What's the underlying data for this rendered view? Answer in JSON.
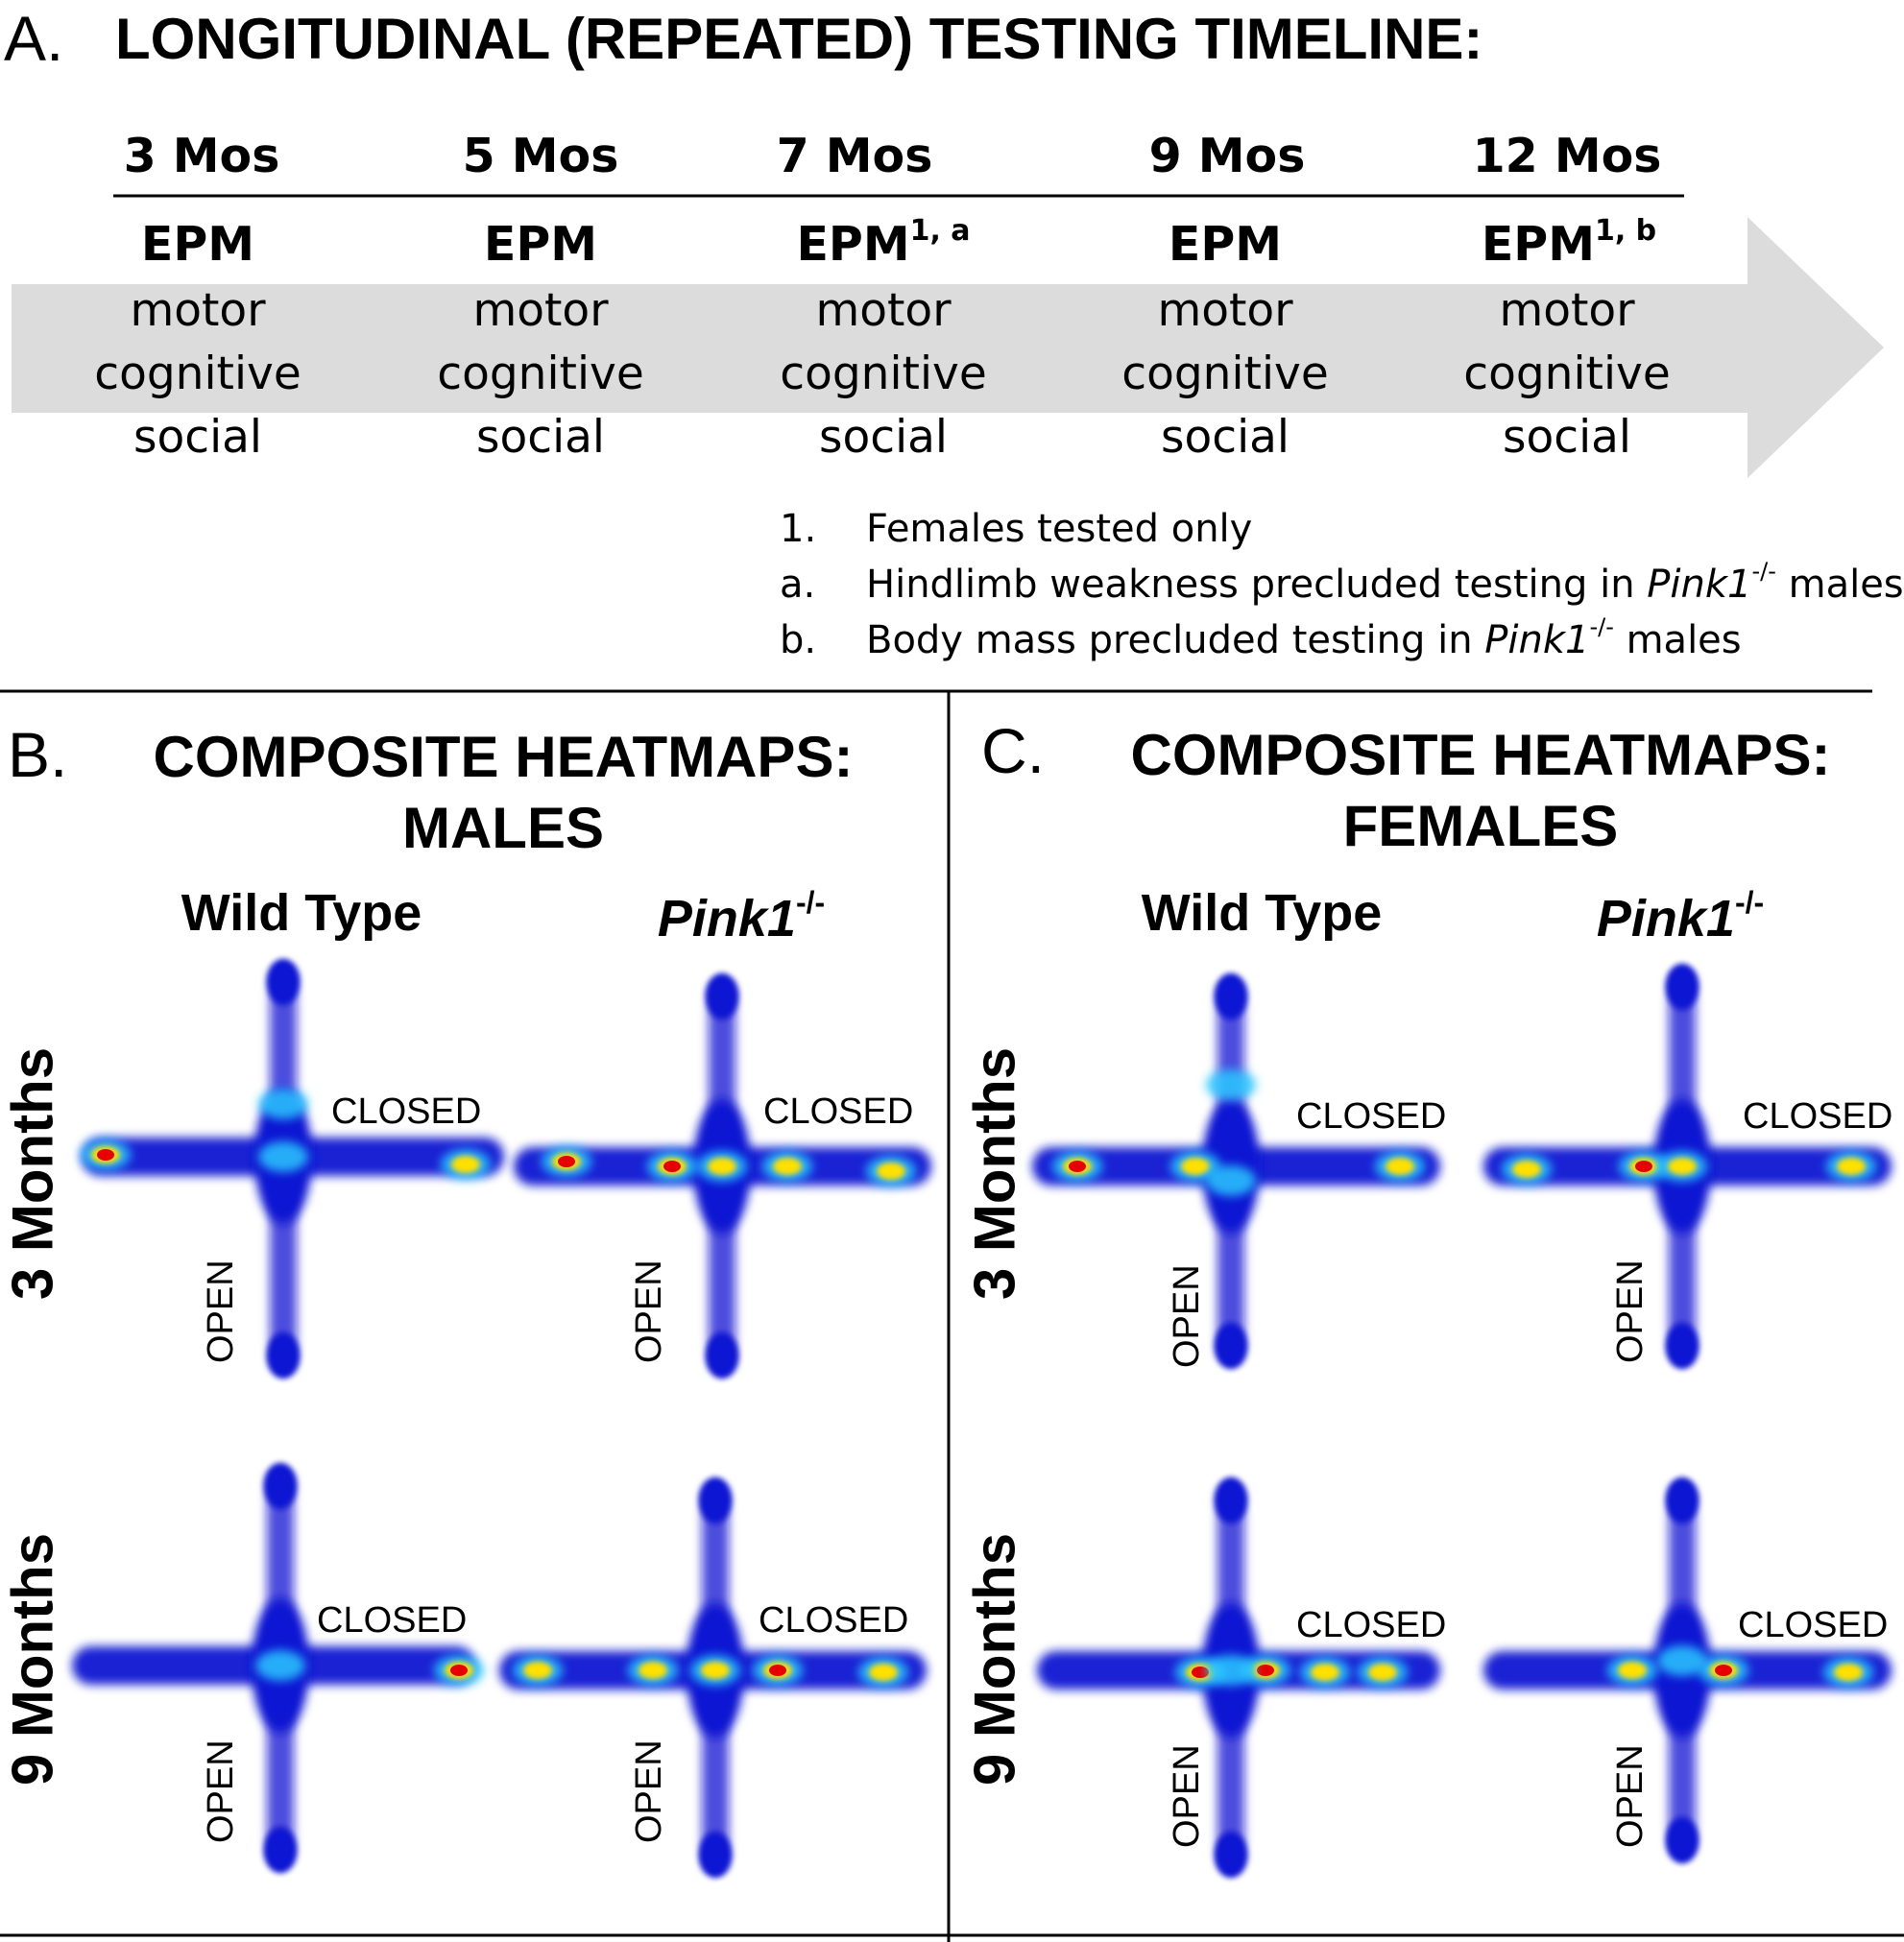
{
  "panel_a": {
    "letter": "A.",
    "title": "LONGITUDINAL (REPEATED) TESTING TIMELINE:",
    "timepoints": [
      {
        "label": "3 Mos",
        "epm": "EPM",
        "sup": ""
      },
      {
        "label": "5 Mos",
        "epm": "EPM",
        "sup": ""
      },
      {
        "label": "7 Mos",
        "epm": "EPM",
        "sup": "1, a"
      },
      {
        "label": "9 Mos",
        "epm": "EPM",
        "sup": ""
      },
      {
        "label": "12 Mos",
        "epm": "EPM",
        "sup": "1, b"
      }
    ],
    "tests": [
      "motor",
      "cognitive",
      "social"
    ],
    "arrow_color": "#dcdcdc",
    "notes": [
      {
        "marker": "1.",
        "text": "Females tested only"
      },
      {
        "marker": "a.",
        "pre": "Hindlimb weakness precluded testing in ",
        "gene": "Pink1",
        "sup": "-/-",
        "post": " males"
      },
      {
        "marker": "b.",
        "pre": "Body mass precluded testing in ",
        "gene": "Pink1",
        "sup": "-/-",
        "post": " males"
      }
    ]
  },
  "panel_b": {
    "letter": "B.",
    "title_line1": "COMPOSITE HEATMAPS:",
    "title_line2": "MALES"
  },
  "panel_c": {
    "letter": "C.",
    "title_line1": "COMPOSITE HEATMAPS:",
    "title_line2": "FEMALES"
  },
  "columns": {
    "wild_type": "Wild Type",
    "knockout_gene": "Pink1",
    "knockout_sup": "-/-"
  },
  "rows": [
    "3 Months",
    "9 Months"
  ],
  "arm_labels": {
    "closed": "CLOSED",
    "open": "OPEN"
  },
  "heatmap_colors": {
    "low": "#0a14d2",
    "mid": "#28c8ff",
    "high": "#e60000"
  }
}
